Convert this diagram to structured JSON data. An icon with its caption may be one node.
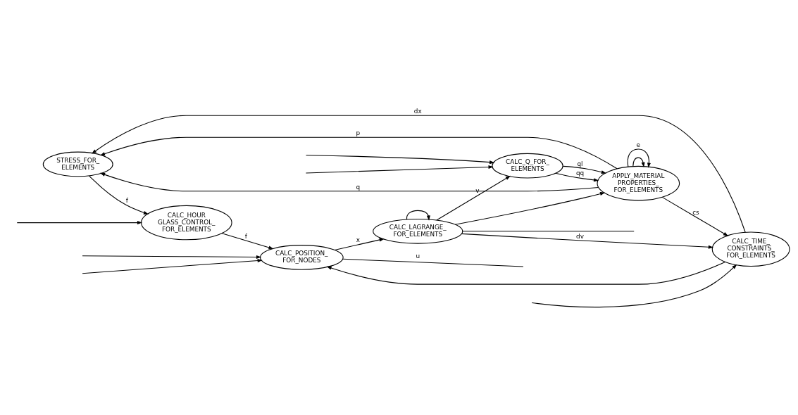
{
  "diagram": {
    "nodes": [
      {
        "text": [
          "STRESS_FOR_ ELEMENTS"
        ]
      },
      {
        "text": [
          "CALC_HOUR GLASS_CONTROL_ FOR_ELEMENTS"
        ]
      },
      {
        "text": [
          "CALC_POSITION_ FOR_NODES"
        ]
      },
      {
        "text": [
          "CALC_TIME_ CONSTRAINTS_ FOR_ELEMENTS"
        ]
      },
      {
        "text": [
          "CALC_LAGRANGE_ FOR_ELEMENTS"
        ]
      },
      {
        "text": [
          "APPLY_MATERIAL PROPERTIES_ FOR_ELEMENTS"
        ]
      },
      {
        "text": [
          "CALC_Q_FOR_ ELEMENTS"
        ]
      }
    ],
    "edges": [
      {
        "from": 0,
        "to": 1,
        "arrow": "to",
        "label": "f"
      },
      {
        "from": 1,
        "to": 2,
        "arrow": "to",
        "label": "f"
      },
      {
        "from": 3,
        "to": 0,
        "arrow": "to",
        "label": "dx"
      },
      {
        "from": 3,
        "to": 2,
        "arrow": "to"
      },
      {
        "from": 2,
        "to": null,
        "arrow": "none",
        "label": "u"
      },
      {
        "from": null,
        "to": 2,
        "arrow": "to"
      },
      {
        "from": 2,
        "to": 4,
        "arrow": "to",
        "label": "x"
      },
      {
        "from": 4,
        "to": 3,
        "arrow": "to",
        "label": "dv"
      },
      {
        "from": null,
        "to": 1,
        "arrow": "to"
      },
      {
        "from": null,
        "to": 2,
        "arrow": "to"
      },
      {
        "from": null,
        "to": 6,
        "arrow": "to"
      },
      {
        "from": 4,
        "to": 6,
        "arrow": "to",
        "label": "v"
      },
      {
        "from": 4,
        "to": 4,
        "arrow": "to"
      },
      {
        "from": 4,
        "to": 5,
        "arrow": "to"
      },
      {
        "from": 4,
        "to": null,
        "arrow": "none"
      },
      {
        "from": null,
        "to": 6,
        "arrow": "to"
      },
      {
        "from": 5,
        "to": 0,
        "arrow": "to",
        "label": "q"
      },
      {
        "from": 5,
        "to": 5,
        "arrow": "to"
      },
      {
        "from": 5,
        "to": 0,
        "arrow": "to",
        "label": "p"
      },
      {
        "from": 5,
        "to": 3,
        "arrow": "to",
        "label": "cs"
      },
      {
        "from": null,
        "to": 3,
        "arrow": "to"
      },
      {
        "from": 5,
        "to": 5,
        "arrow": "to",
        "label": "e"
      },
      {
        "from": 6,
        "to": 5,
        "arrow": "to",
        "label": "ql"
      },
      {
        "from": 6,
        "to": 5,
        "arrow": "to",
        "label": "qq"
      }
    ]
  }
}
